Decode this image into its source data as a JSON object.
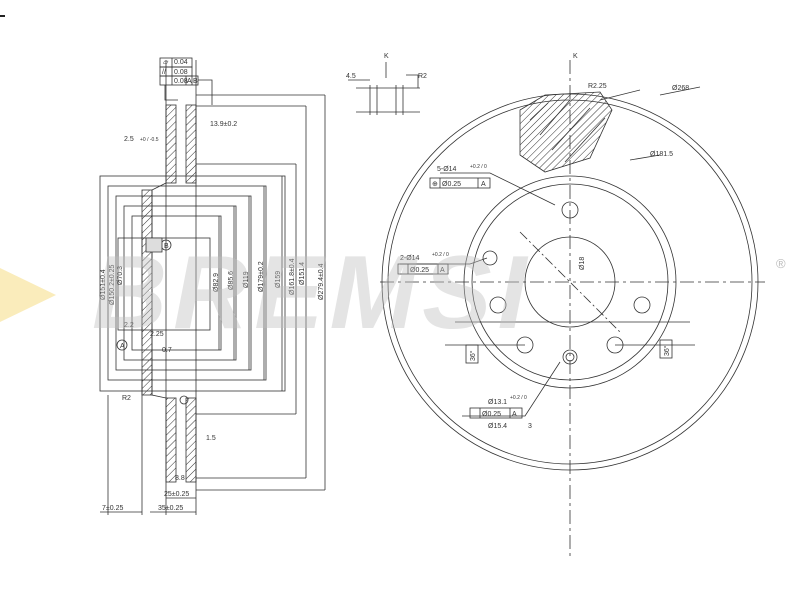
{
  "brand": {
    "name": "BREMSI",
    "registered_mark": "®",
    "accent": "#f0c83c"
  },
  "section_view": {
    "flatness_symbol": "▱",
    "flatness_tol": "0.04",
    "parallel_symbol": "//",
    "parallel_tol": "0.08",
    "runout_tol": "0.08",
    "runout_datum_a": "A",
    "runout_datum_b": "B",
    "chamfer": "2.5",
    "chamfer_tol": "+0 / -0.5",
    "thickness": "13.9±0.2",
    "d_outer": "Ø279.4±0.4",
    "d_pcd_outer": "Ø161.8±0.4",
    "d_159": "Ø159",
    "d_179": "Ø179±0.2",
    "d_119": "Ø119",
    "d_85": "Ø85.6",
    "d_82": "Ø82.9",
    "d_center": "Ø70.3",
    "d_hub": "Ø151.4",
    "d_150": "Ø150.2±0.25",
    "d_hat": "Ø151±0.4",
    "small_dim_22": "2.2",
    "small_dim_225": "2.25",
    "small_dim_07": "0.7",
    "datum_a": "A",
    "datum_b": "B",
    "radius_r2": "R2",
    "angle_15": "1.5",
    "min_thickness": "8.8",
    "disc_thickness": "25±0.25",
    "left_offset": "7±0.25",
    "height": "35±0.25"
  },
  "detail_k": {
    "label": "K",
    "width": "4.5",
    "radius": "R2"
  },
  "front_view": {
    "section_mark": "K",
    "r_outer": "Ø268",
    "r_vent": "R2.25",
    "r_inner_ring": "Ø181.5",
    "bolt_holes": "5-Ø14",
    "bolt_holes_tol": "+0.2 / 0",
    "bolt_pos_symbol": "⊕",
    "bolt_pos_tol": "Ø0.25",
    "bolt_pos_datum": "A",
    "pin_holes": "2-Ø14",
    "pin_holes_tol": "+0.2 / 0",
    "pin_pos_tol": "Ø0.25",
    "pin_pos_datum": "A",
    "center_hole": "Ø18",
    "thread_hole": "Ø13.1",
    "thread_hole_tol": "+0.2 / 0",
    "thread_pos_tol": "Ø0.25",
    "thread_pos_datum": "A",
    "cbore": "Ø15.4",
    "cbore_depth": "3",
    "angle_left": "36°",
    "angle_right": "36°"
  }
}
